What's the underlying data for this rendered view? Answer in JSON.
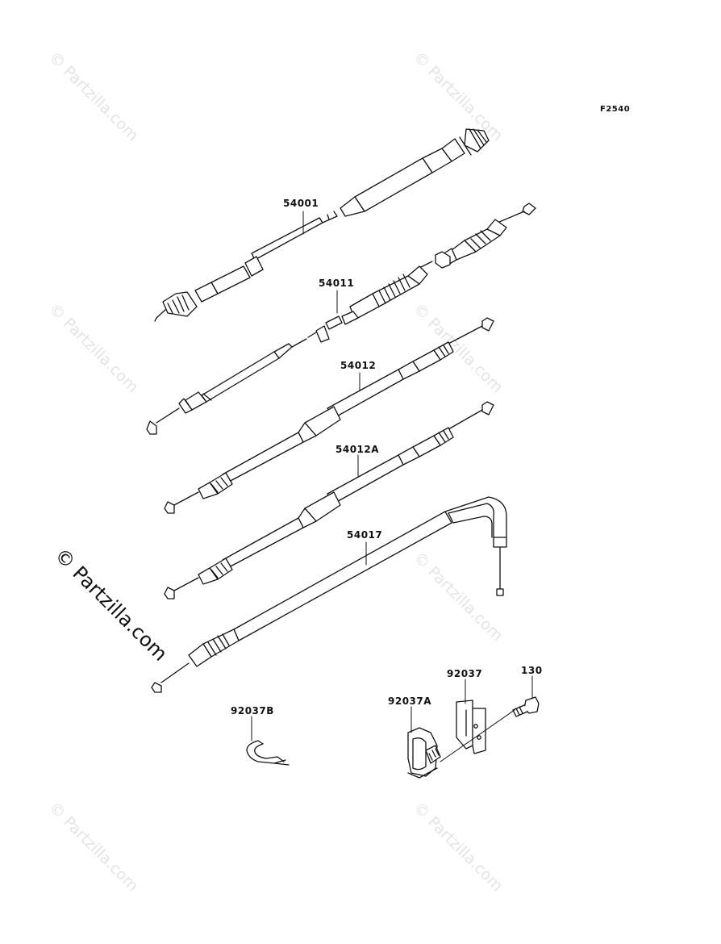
{
  "diagram_code": "F2540",
  "watermark": {
    "faint_text": "© Partzilla.com",
    "main_text": "© Partzilla.com"
  },
  "parts": [
    {
      "id": "p-54001",
      "label": "54001"
    },
    {
      "id": "p-54011",
      "label": "54011"
    },
    {
      "id": "p-54012",
      "label": "54012"
    },
    {
      "id": "p-54012A",
      "label": "54012A"
    },
    {
      "id": "p-54017",
      "label": "54017"
    },
    {
      "id": "p-92037B",
      "label": "92037B"
    },
    {
      "id": "p-92037A",
      "label": "92037A"
    },
    {
      "id": "p-92037",
      "label": "92037"
    },
    {
      "id": "p-130",
      "label": "130"
    }
  ]
}
